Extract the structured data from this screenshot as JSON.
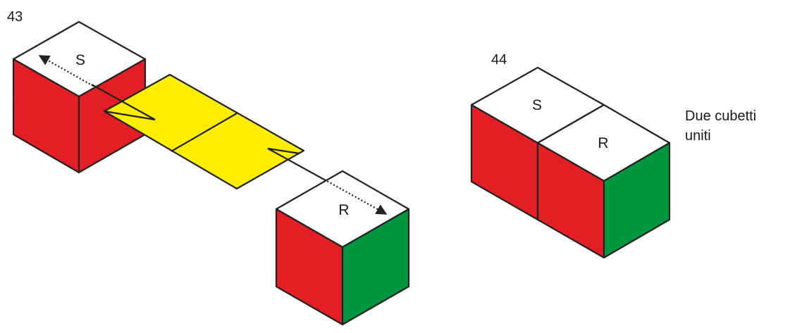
{
  "figures": [
    {
      "number": "43",
      "cube_s_label": "S",
      "cube_r_label": "R"
    },
    {
      "number": "44",
      "cube_s_label": "S",
      "cube_r_label": "R",
      "caption": [
        "Due cubetti",
        "uniti"
      ]
    }
  ],
  "colors": {
    "top": "#ffffff",
    "red": "#e31e24",
    "green": "#009640",
    "yellow": "#ffed00",
    "outline": "#222222"
  },
  "icons": {
    "arrow_s": "dotted-arrow-up-left",
    "arrow_r": "dotted-arrow-down-right"
  }
}
